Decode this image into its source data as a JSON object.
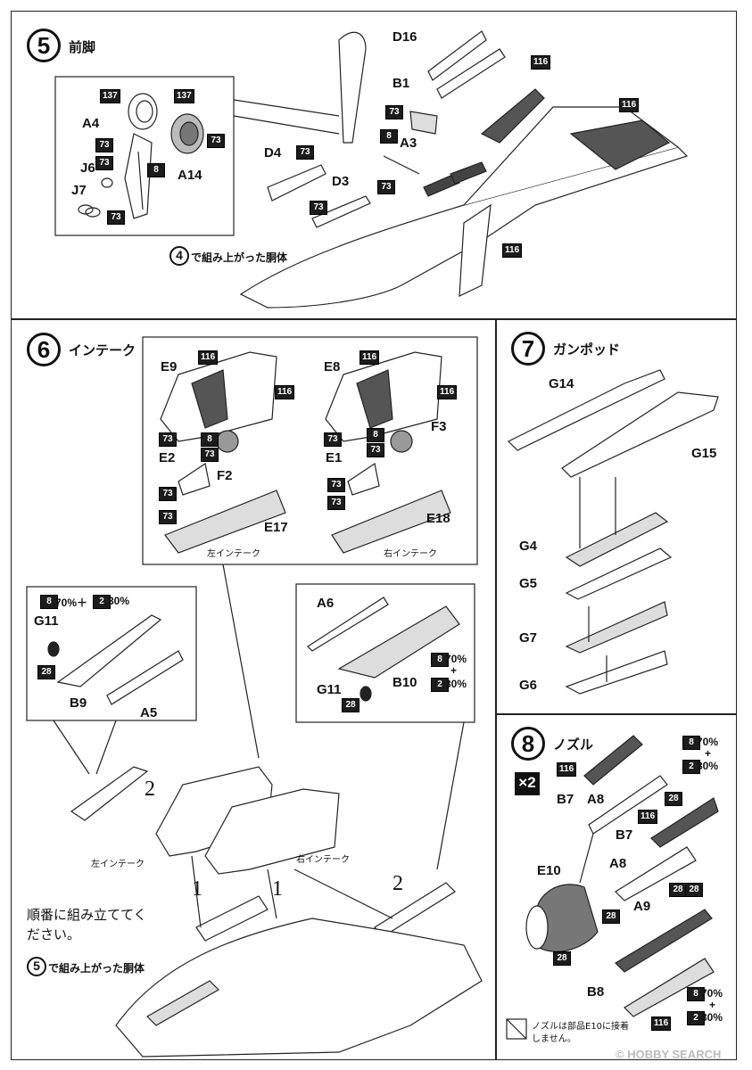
{
  "step5": {
    "number": "5",
    "title": "前脚",
    "parts": {
      "a4": "A4",
      "j6": "J6",
      "j7": "J7",
      "a14": "A14",
      "d16": "D16",
      "b1": "B1",
      "a3": "A3",
      "d4": "D4",
      "d3": "D3"
    },
    "colors": {
      "c137a": "137",
      "c137b": "137",
      "c73a": "73",
      "c73b": "73",
      "c73c": "73",
      "c73d": "73",
      "c8a": "8",
      "c73e": "73",
      "c73f": "73",
      "c8b": "8",
      "c73g": "73",
      "c73h": "73",
      "c116a": "116",
      "c116b": "116",
      "c116c": "116"
    },
    "ref_step": "4",
    "ref_text": "で組み上がった胴体"
  },
  "step6": {
    "number": "6",
    "title": "インテーク",
    "left": {
      "e9": "E9",
      "e2": "E2",
      "f2": "F2",
      "e17": "E17",
      "caption": "左インテーク",
      "c116a": "116",
      "c116b": "116",
      "c73a": "73",
      "c8": "8",
      "c73b": "73",
      "c73c": "73",
      "c73d": "73"
    },
    "right": {
      "e8": "E8",
      "e1": "E1",
      "f3": "F3",
      "e18": "E18",
      "caption": "右インテーク",
      "c116a": "116",
      "c116b": "116",
      "c73a": "73",
      "c8": "8",
      "c73b": "73",
      "c73c": "73",
      "c73d": "73"
    },
    "detail_left": {
      "mix_c1": "8",
      "mix_t1": "70%＋",
      "mix_c2": "2",
      "mix_t2": "30%",
      "g11": "G11",
      "c28": "28",
      "b9": "B9",
      "a5": "A5"
    },
    "detail_right": {
      "a6": "A6",
      "b10": "B10",
      "g11": "G11",
      "c28": "28",
      "mix_c1": "8",
      "mix_t1": "70%",
      "plus": "+",
      "mix_c2": "2",
      "mix_t2": "30%"
    },
    "assembly": {
      "num2a": "2",
      "num2b": "2",
      "num1a": "1",
      "num1b": "1",
      "left_caption": "左インテーク",
      "right_caption": "右インテーク",
      "note": "順番に組み立ててください。",
      "ref_step": "5",
      "ref_text": "で組み上がった胴体"
    }
  },
  "step7": {
    "number": "7",
    "title": "ガンポッド",
    "parts": {
      "g14": "G14",
      "g15": "G15",
      "g4": "G4",
      "g5": "G5",
      "g7": "G7",
      "g6": "G6"
    }
  },
  "step8": {
    "number": "8",
    "title": "ノズル",
    "multiplier": "×2",
    "parts": {
      "b7a": "B7",
      "a8a": "A8",
      "b7b": "B7",
      "a8b": "A8",
      "e10": "E10",
      "a9": "A9",
      "b8": "B8"
    },
    "colors": {
      "c116a": "116",
      "c28a": "28",
      "c116b": "116",
      "c28b": "28",
      "c28c": "28",
      "c28d": "28",
      "c28e": "28",
      "c116c": "116"
    },
    "mix_top": {
      "c1": "8",
      "t1": "70%",
      "plus": "+",
      "c2": "2",
      "t2": "30%"
    },
    "mix_bottom": {
      "c1": "8",
      "t1": "70%",
      "plus": "+",
      "c2": "2",
      "t2": "30%"
    },
    "note": "ノズルは部品E10に接着しません。"
  },
  "watermark": "© HOBBY SEARCH"
}
